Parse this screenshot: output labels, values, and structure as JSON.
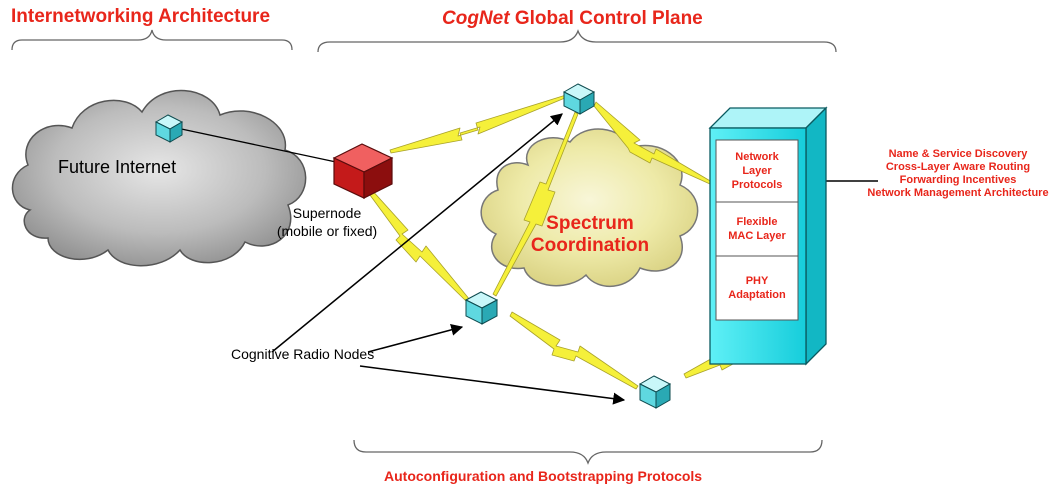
{
  "headers": {
    "internetworking": "Internetworking Architecture",
    "control_plane_italic": "CogNet",
    "control_plane_rest": " Global Control Plane",
    "autoconfig": "Autoconfiguration and Bootstrapping Protocols"
  },
  "future_internet": "Future Internet",
  "supernode": {
    "line1": "Supernode",
    "line2": "(mobile or fixed)"
  },
  "spectrum": {
    "line1": "Spectrum",
    "line2": "Coordination"
  },
  "cognitive_nodes": "Cognitive Radio Nodes",
  "protocol_stack": [
    {
      "line1": "Network",
      "line2": "Layer",
      "line3": "Protocols"
    },
    {
      "line1": "Flexible",
      "line2": "MAC Layer"
    },
    {
      "line1": "PHY",
      "line2": "Adaptation"
    }
  ],
  "services": [
    "Name & Service Discovery",
    "Cross-Layer Aware Routing",
    "Forwarding Incentives",
    "Network Management Architecture"
  ],
  "colors": {
    "accent_red": "#e8261b",
    "node_cyan": "#7fe6ec",
    "tower_cyan": "#22e0ee",
    "lightning_yellow": "#f5f03a",
    "cloud_gray": "#b9b9b9",
    "cloud_yellow": "#f6f3b4"
  }
}
